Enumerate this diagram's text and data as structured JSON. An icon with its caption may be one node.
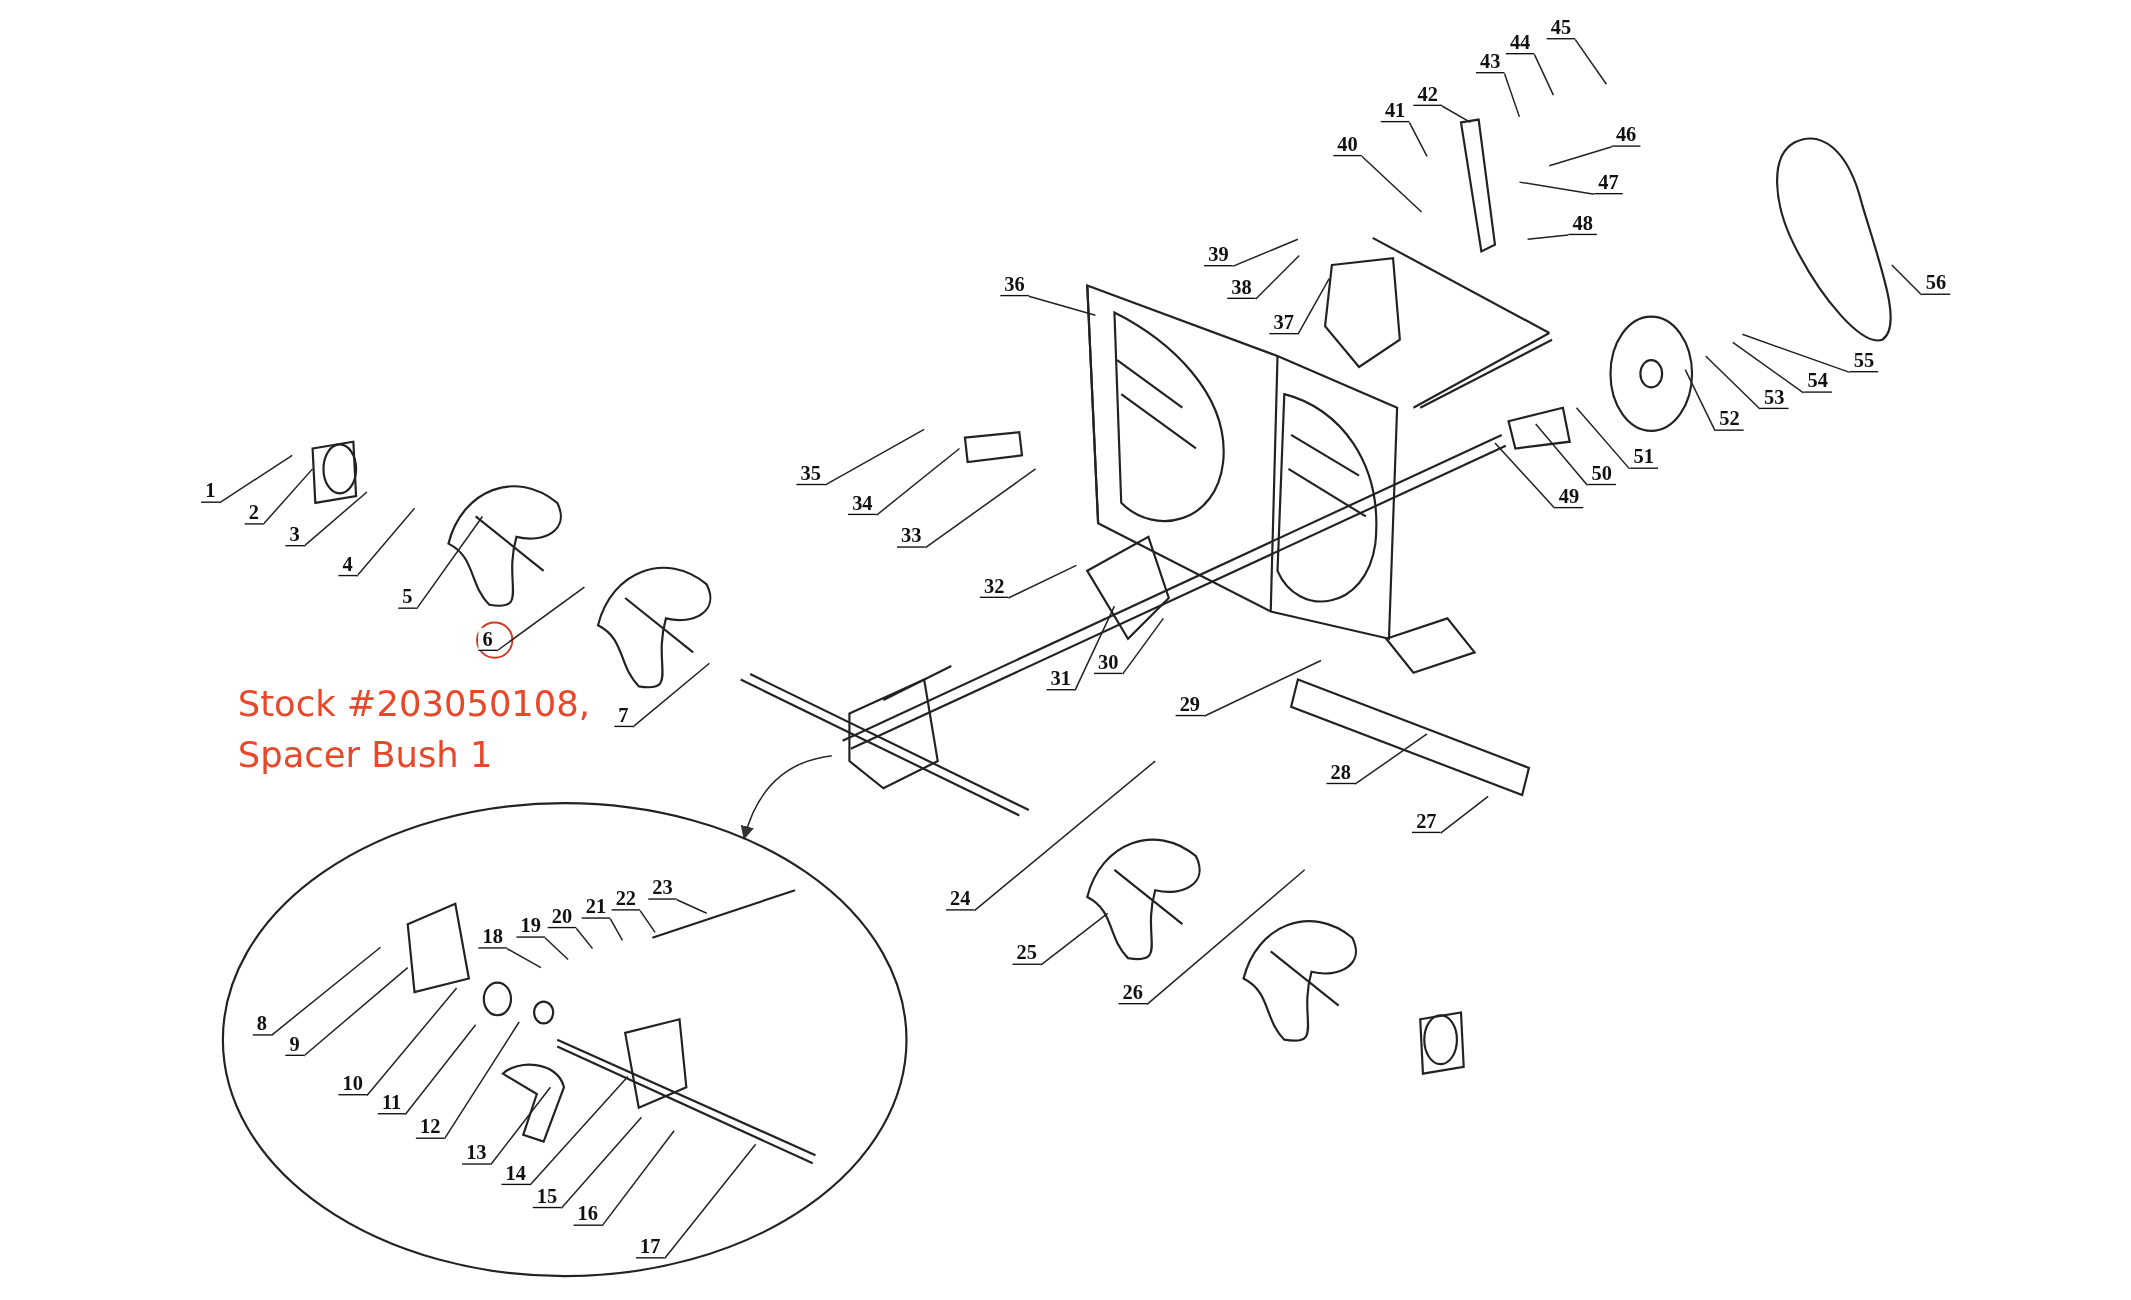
{
  "diagram": {
    "nodes": [
      {
        "text": [
          "1"
        ]
      },
      {
        "text": [
          "2"
        ]
      },
      {
        "text": [
          "3"
        ]
      },
      {
        "text": [
          "4"
        ]
      },
      {
        "text": [
          "5"
        ]
      },
      {
        "text": [
          "6"
        ]
      },
      {
        "text": [
          "7"
        ]
      },
      {
        "text": [],
        "shape": "ellipse"
      },
      {
        "text": [
          "8"
        ],
        "in": 7
      },
      {
        "text": [
          "9"
        ],
        "in": 7
      },
      {
        "text": [
          "10"
        ],
        "in": 7
      },
      {
        "text": [
          "11"
        ],
        "in": 7
      },
      {
        "text": [
          "12"
        ],
        "in": 7
      },
      {
        "text": [
          "13"
        ],
        "in": 7
      },
      {
        "text": [
          "14"
        ],
        "in": 7
      },
      {
        "text": [
          "15"
        ],
        "in": 7
      },
      {
        "text": [
          "16"
        ],
        "in": 7
      },
      {
        "text": [
          "17"
        ],
        "in": 7
      },
      {
        "text": [
          "18"
        ],
        "in": 7
      },
      {
        "text": [
          "19"
        ],
        "in": 7
      },
      {
        "text": [
          "20"
        ],
        "in": 7
      },
      {
        "text": [
          "21"
        ],
        "in": 7
      },
      {
        "text": [
          "22"
        ],
        "in": 7
      },
      {
        "text": [
          "23"
        ],
        "in": 7
      },
      {
        "text": [
          "24"
        ]
      },
      {
        "text": [
          "25"
        ]
      },
      {
        "text": [
          "26"
        ]
      },
      {
        "text": [
          "27"
        ]
      },
      {
        "text": [
          "28"
        ]
      },
      {
        "text": [
          "29"
        ]
      },
      {
        "text": [
          "30"
        ]
      },
      {
        "text": [
          "31"
        ]
      },
      {
        "text": [
          "32"
        ]
      },
      {
        "text": [
          "33"
        ]
      },
      {
        "text": [
          "34"
        ]
      },
      {
        "text": [
          "35"
        ]
      },
      {
        "text": [
          "36"
        ]
      },
      {
        "text": [
          "37"
        ]
      },
      {
        "text": [
          "38"
        ]
      },
      {
        "text": [
          "39"
        ]
      },
      {
        "text": [
          "40"
        ]
      },
      {
        "text": [
          "41"
        ]
      },
      {
        "text": [
          "42"
        ]
      },
      {
        "text": [
          "43"
        ]
      },
      {
        "text": [
          "44"
        ]
      },
      {
        "text": [
          "45"
        ]
      },
      {
        "text": [
          "46"
        ]
      },
      {
        "text": [
          "47"
        ]
      },
      {
        "text": [
          "48"
        ]
      },
      {
        "text": [
          "49"
        ]
      },
      {
        "text": [
          "50"
        ]
      },
      {
        "text": [
          "51"
        ]
      },
      {
        "text": [
          "52"
        ]
      },
      {
        "text": [
          "53"
        ]
      },
      {
        "text": [
          "54"
        ]
      },
      {
        "text": [
          "55"
        ]
      },
      {
        "text": [
          "56"
        ]
      }
    ],
    "edges": [
      {
        "from": 0,
        "to": null,
        "arrow": "none"
      },
      {
        "from": 1,
        "to": null,
        "arrow": "none"
      },
      {
        "from": 2,
        "to": null,
        "arrow": "none"
      },
      {
        "from": 3,
        "to": null,
        "arrow": "none"
      },
      {
        "from": 4,
        "to": null,
        "arrow": "none"
      },
      {
        "from": 5,
        "to": null,
        "arrow": "none"
      },
      {
        "from": 6,
        "to": null,
        "arrow": "none"
      },
      {
        "from": 8,
        "to": null,
        "arrow": "none"
      },
      {
        "from": 9,
        "to": null,
        "arrow": "none"
      },
      {
        "from": 10,
        "to": null,
        "arrow": "none"
      },
      {
        "from": 11,
        "to": null,
        "arrow": "none"
      },
      {
        "from": 12,
        "to": null,
        "arrow": "none"
      },
      {
        "from": 13,
        "to": null,
        "arrow": "none"
      },
      {
        "from": 14,
        "to": null,
        "arrow": "none"
      },
      {
        "from": 15,
        "to": null,
        "arrow": "none"
      },
      {
        "from": 16,
        "to": null,
        "arrow": "none"
      },
      {
        "from": 17,
        "to": null,
        "arrow": "none"
      },
      {
        "from": 18,
        "to": null,
        "arrow": "none"
      },
      {
        "from": 19,
        "to": null,
        "arrow": "none"
      },
      {
        "from": 20,
        "to": null,
        "arrow": "none"
      },
      {
        "from": 21,
        "to": null,
        "arrow": "none"
      },
      {
        "from": 22,
        "to": null,
        "arrow": "none"
      },
      {
        "from": 23,
        "to": null,
        "arrow": "none"
      },
      {
        "from": 24,
        "to": null,
        "arrow": "none"
      },
      {
        "from": 25,
        "to": null,
        "arrow": "none"
      },
      {
        "from": 26,
        "to": null,
        "arrow": "none"
      },
      {
        "from": 27,
        "to": null,
        "arrow": "none"
      },
      {
        "from": 28,
        "to": null,
        "arrow": "none"
      },
      {
        "from": 29,
        "to": null,
        "arrow": "none"
      },
      {
        "from": 30,
        "to": null,
        "arrow": "none"
      },
      {
        "from": 31,
        "to": null,
        "arrow": "none"
      },
      {
        "from": 32,
        "to": null,
        "arrow": "none"
      },
      {
        "from": 33,
        "to": null,
        "arrow": "none"
      },
      {
        "from": 34,
        "to": null,
        "arrow": "none"
      },
      {
        "from": 35,
        "to": null,
        "arrow": "none"
      },
      {
        "from": 36,
        "to": null,
        "arrow": "none"
      },
      {
        "from": 37,
        "to": null,
        "arrow": "none"
      },
      {
        "from": 38,
        "to": null,
        "arrow": "none"
      },
      {
        "from": 39,
        "to": null,
        "arrow": "none"
      },
      {
        "from": 40,
        "to": null,
        "arrow": "none"
      },
      {
        "from": 41,
        "to": null,
        "arrow": "none"
      },
      {
        "from": 42,
        "to": null,
        "arrow": "none"
      },
      {
        "from": 43,
        "to": null,
        "arrow": "none"
      },
      {
        "from": 44,
        "to": null,
        "arrow": "none"
      },
      {
        "from": 45,
        "to": null,
        "arrow": "none"
      },
      {
        "from": 46,
        "to": null,
        "arrow": "none"
      },
      {
        "from": 47,
        "to": null,
        "arrow": "none"
      },
      {
        "from": 48,
        "to": null,
        "arrow": "none"
      },
      {
        "from": 49,
        "to": null,
        "arrow": "none"
      },
      {
        "from": 50,
        "to": null,
        "arrow": "none"
      },
      {
        "from": 51,
        "to": null,
        "arrow": "none"
      },
      {
        "from": 52,
        "to": null,
        "arrow": "none"
      },
      {
        "from": 53,
        "to": null,
        "arrow": "none"
      },
      {
        "from": 54,
        "to": null,
        "arrow": "none"
      },
      {
        "from": 55,
        "to": null,
        "arrow": "none"
      },
      {
        "from": 56,
        "to": null,
        "arrow": "none"
      },
      {
        "from": null,
        "to": 7,
        "arrow": "to"
      }
    ],
    "labels": [
      "Stock #203050108, Spacer Bush 1"
    ]
  }
}
